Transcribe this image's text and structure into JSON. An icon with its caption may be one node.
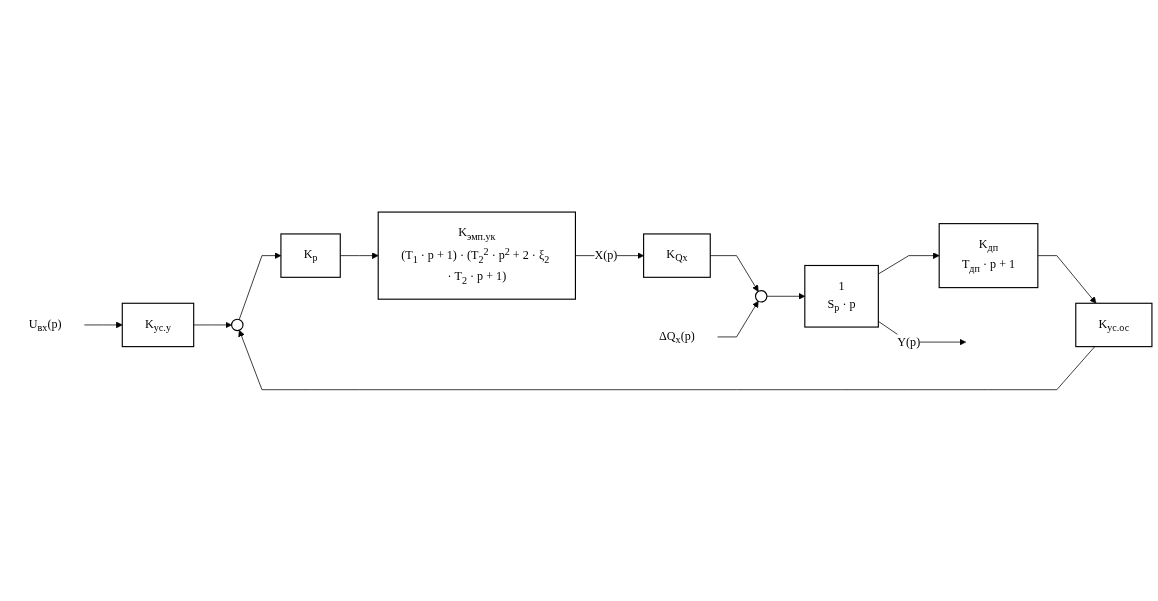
{
  "diagram": {
    "nodes": [
      {
        "text": [
          "U$_{вх}$(p)"
        ]
      },
      {
        "text": [
          "K$_{ус.у}$"
        ]
      },
      {
        "text": [],
        "shape": "circle"
      },
      {
        "text": [
          "K$_{р}$"
        ]
      },
      {
        "text": [
          "K$_{эмп.ук}$",
          "(T$_{1}$ · p + 1) · (T$_{2}$$^{2}$ · p$^{2}$ + 2 · ξ$_{2}$ · T$_{2}$ · p + 1)"
        ]
      },
      {
        "text": [
          "K$_{ус.ос}$"
        ]
      },
      {
        "text": [
          "K$_{Qx}$"
        ]
      },
      {
        "text": [
          "ΔQ$_{x}$(p)"
        ]
      },
      {
        "text": [],
        "shape": "circle"
      },
      {
        "text": [
          "1",
          "S$_{р}$ · p"
        ]
      },
      {
        "text": [
          "K$_{дп}$",
          "T$_{дп}$ · p + 1"
        ]
      }
    ],
    "edges": [
      {
        "from": 0,
        "to": 1,
        "arrow": "to"
      },
      {
        "from": 1,
        "to": 2,
        "arrow": "to"
      },
      {
        "from": 2,
        "to": 3,
        "arrow": "to"
      },
      {
        "from": 3,
        "to": 4,
        "arrow": "to"
      },
      {
        "from": 4,
        "to": 6,
        "arrow": "to",
        "label": "X(p)"
      },
      {
        "from": 6,
        "to": 8,
        "arrow": "to"
      },
      {
        "from": 7,
        "to": 8,
        "arrow": "to"
      },
      {
        "from": 8,
        "to": 9,
        "arrow": "to"
      },
      {
        "from": 9,
        "to": 10,
        "arrow": "to"
      },
      {
        "from": 9,
        "to": null,
        "arrow": "to",
        "label": "Y(p)"
      },
      {
        "from": 10,
        "to": 5,
        "arrow": "to"
      },
      {
        "from": 5,
        "to": 2,
        "arrow": "to"
      }
    ]
  }
}
